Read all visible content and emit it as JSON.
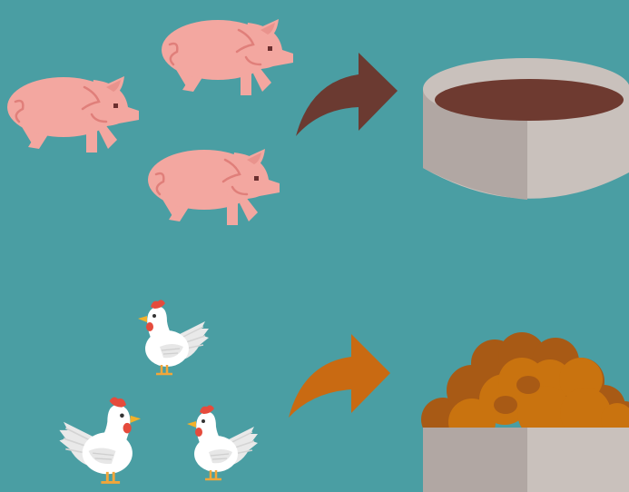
{
  "colors": {
    "background": "#4a9ea3",
    "pig": "#f3a7a0",
    "pig_detail": "#e07f7a",
    "pig_eye": "#6b2f2f",
    "arrow_manure": "#6b3a31",
    "arrow_feed": "#c96a12",
    "bin_light": "#c9c1bc",
    "bin_dark": "#b1a7a3",
    "manure": "#6e3a30",
    "feed_dark": "#a85a15",
    "feed_light": "#c9730f",
    "chicken_body": "#ffffff",
    "chicken_shade": "#e7e7e7",
    "chicken_comb": "#e54b3c",
    "chicken_beak": "#f2b12a",
    "chicken_feet": "#f2a63a"
  },
  "groups": [
    {
      "animal": "pig",
      "count": 3,
      "output": "manure"
    },
    {
      "animal": "chicken",
      "count": 3,
      "output": "feed pellets"
    }
  ]
}
